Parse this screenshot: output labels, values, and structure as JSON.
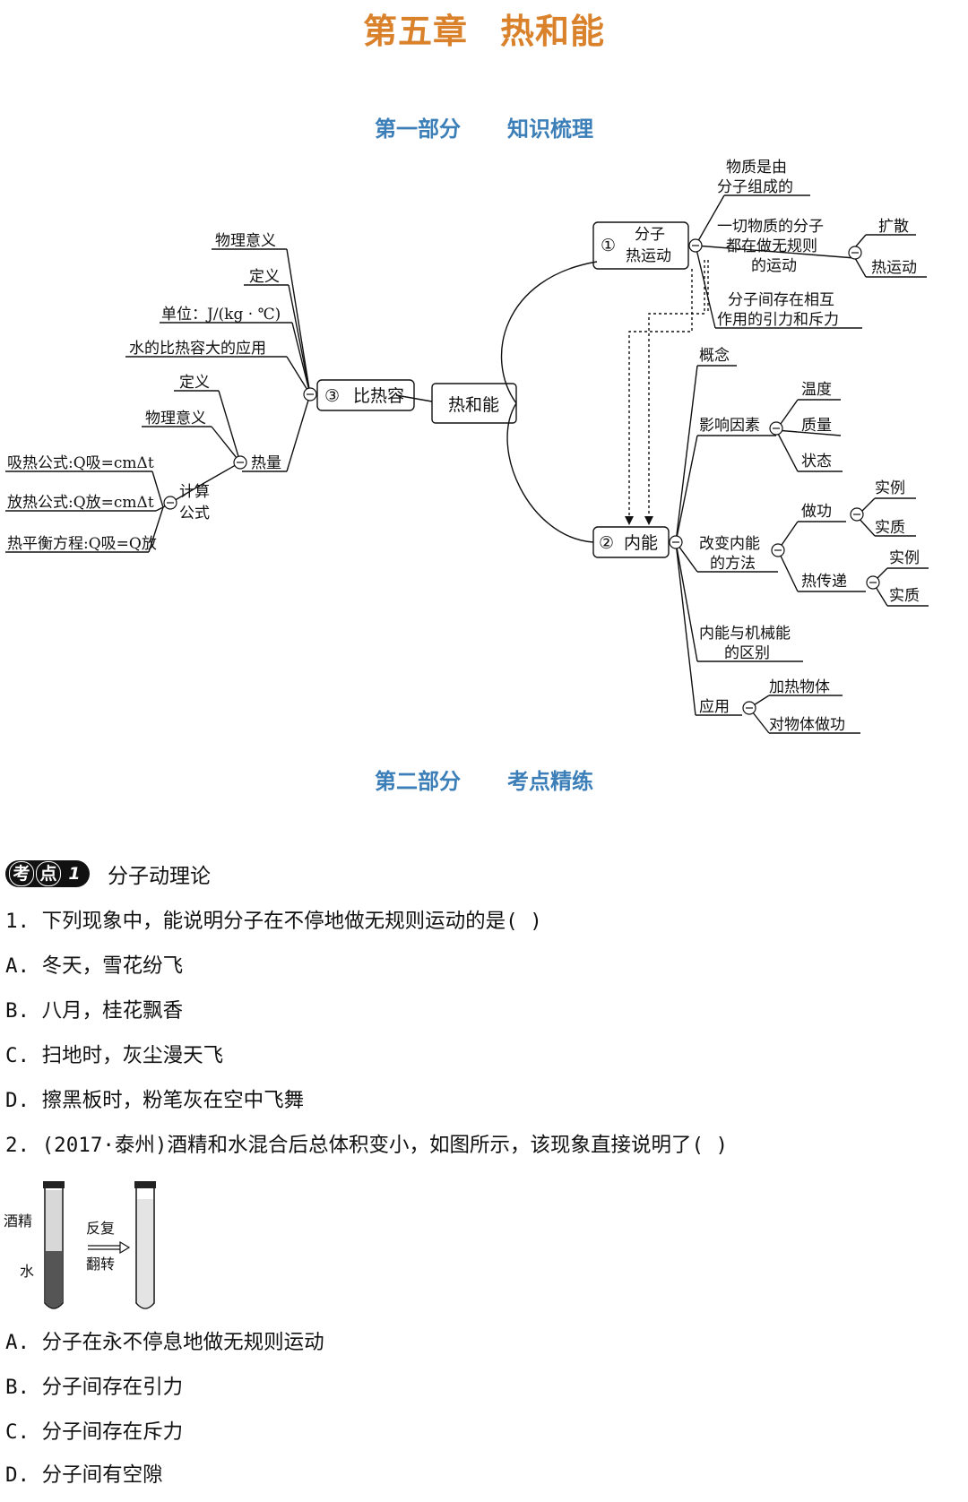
{
  "header": {
    "chapter": "第五章",
    "title": "热和能"
  },
  "part1": {
    "num": "第一部分",
    "title": "知识梳理"
  },
  "mindmap": {
    "center": "热和能",
    "n1": {
      "num": "①",
      "line1": "分子",
      "line2": "热运动"
    },
    "n1_items": {
      "a1": "物质是由",
      "a2": "分子组成的",
      "b1": "一切物质的分子",
      "b2": "都在做无规则",
      "b3": "的运动",
      "b_sub1": "扩散",
      "b_sub2": "热运动",
      "c1": "分子间存在相互",
      "c2": "作用的引力和斥力"
    },
    "n2": {
      "num": "②",
      "label": "内能"
    },
    "n2_items": {
      "concept": "概念",
      "factors": "影响因素",
      "f1": "温度",
      "f2": "质量",
      "f3": "状态",
      "method1": "改变内能",
      "method2": "的方法",
      "work": "做功",
      "work_ex": "实例",
      "work_ess": "实质",
      "heat": "热传递",
      "heat_ex": "实例",
      "heat_ess": "实质",
      "diff1": "内能与机械能",
      "diff2": "的区别",
      "app": "应用",
      "app1": "加热物体",
      "app2": "对物体做功"
    },
    "n3": {
      "num": "③",
      "label": "比热容"
    },
    "n3_items": {
      "meaning": "物理意义",
      "def": "定义",
      "unit": "单位：J/(kg · ℃)",
      "water": "水的比热容大的应用",
      "heat": "热量",
      "heat_def": "定义",
      "heat_meaning": "物理意义",
      "calc1": "计算",
      "calc2": "公式",
      "f_absorb": "吸热公式:Q吸=cmΔt",
      "f_release": "放热公式:Q放=cmΔt",
      "f_balance": "热平衡方程:Q吸=Q放"
    }
  },
  "part2": {
    "num": "第二部分",
    "title": "考点精练"
  },
  "kaodian": {
    "c1": "考",
    "c2": "点",
    "n": "1",
    "title": "分子动理论"
  },
  "q1": {
    "stem": "1. 下列现象中，能说明分子在不停地做无规则运动的是(     )",
    "A": "A. 冬天，雪花纷飞",
    "B": "B. 八月，桂花飘香",
    "C": "C. 扫地时，灰尘漫天飞",
    "D": "D. 擦黑板时，粉笔灰在空中飞舞"
  },
  "q2": {
    "stem": "2. (2017·泰州)酒精和水混合后总体积变小，如图所示，该现象直接说明了(     )",
    "fig": {
      "alcohol": "酒精",
      "water": "水",
      "act1": "反复",
      "act2": "翻转"
    },
    "A": "A. 分子在永不停息地做无规则运动",
    "B": "B. 分子间存在引力",
    "C": "C. 分子间存在斥力",
    "D": "D. 分子间有空隙"
  }
}
